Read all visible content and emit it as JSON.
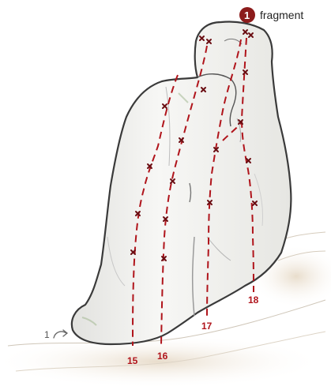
{
  "colors": {
    "route": "#b0141b",
    "bolt": "#6b0f14",
    "rock_fill": "#f3f3f1",
    "rock_stroke": "#3a3a3a",
    "badge": "#8c1b1b"
  },
  "badge": {
    "number": "1",
    "label": "fragment"
  },
  "start_marker": {
    "text": "1",
    "icon": "curved-arrow-icon"
  },
  "routes": [
    {
      "id": "15",
      "label": "15"
    },
    {
      "id": "16",
      "label": "16"
    },
    {
      "id": "17",
      "label": "17"
    },
    {
      "id": "18",
      "label": "18"
    }
  ]
}
